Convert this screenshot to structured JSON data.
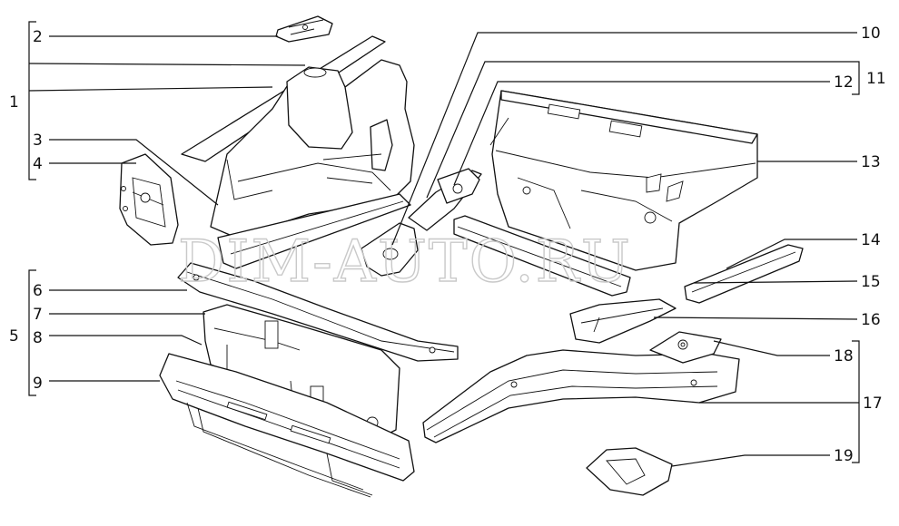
{
  "diagram": {
    "watermark": "DIM-AUTO.RU",
    "callouts": [
      "1",
      "2",
      "3",
      "4",
      "5",
      "6",
      "7",
      "8",
      "9",
      "10",
      "11",
      "12",
      "13",
      "14",
      "15",
      "16",
      "17",
      "18",
      "19"
    ]
  }
}
